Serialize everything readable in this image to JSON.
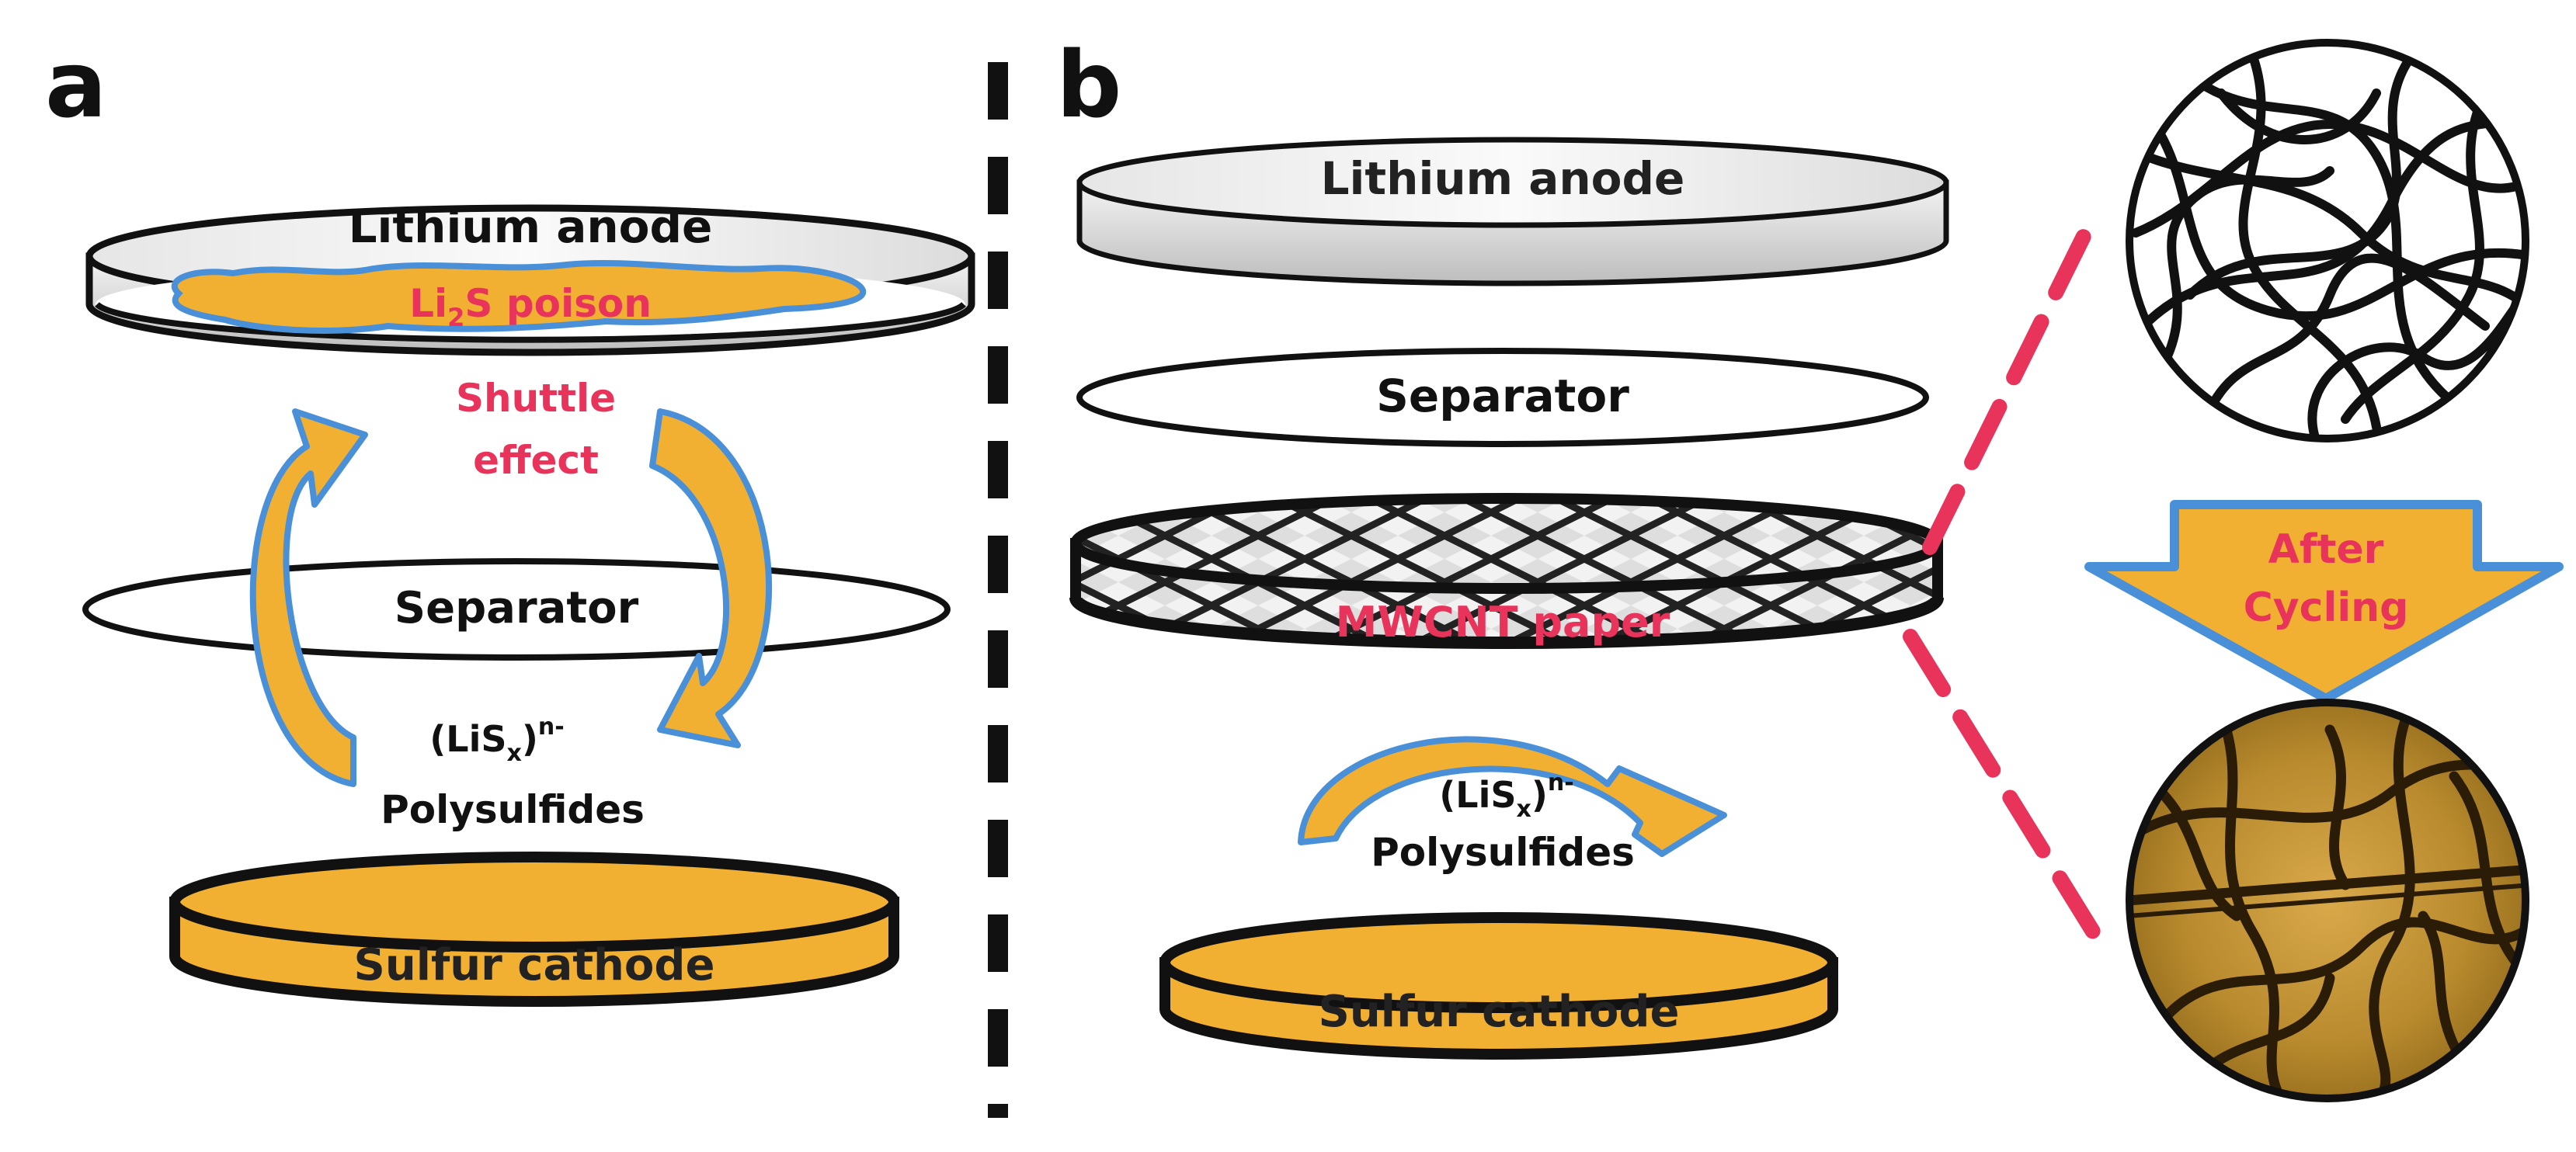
{
  "panel_a": {
    "letter": "a",
    "anode_label": "Lithium anode",
    "poison_label": "Li",
    "poison_sub": "2",
    "poison_suffix": "S poison",
    "shuttle_line1": "Shuttle",
    "shuttle_line2": "effect",
    "separator_label": "Separator",
    "polysulfide_formula": "(LiS",
    "polysulfide_sub": "x",
    "polysulfide_charge": ")",
    "polysulfide_sup": "n-",
    "polysulfide_label": "Polysulfides",
    "cathode_label": "Sulfur cathode"
  },
  "panel_b": {
    "letter": "b",
    "anode_label": "Lithium anode",
    "separator_label": "Separator",
    "paper_label": "MWCNT paper",
    "polysulfide_formula": "(LiS",
    "polysulfide_sub": "x",
    "polysulfide_charge": ")",
    "polysulfide_sup": "n-",
    "polysulfide_label": "Polysulfides",
    "cathode_label": "Sulfur cathode",
    "arrow_line1": "After",
    "arrow_line2": "Cycling"
  },
  "colors": {
    "orange": "#F2B033",
    "blue_outline": "#4A90D9",
    "red_text": "#E8335A",
    "dash_red": "#E8335A",
    "dark": "#111111"
  }
}
